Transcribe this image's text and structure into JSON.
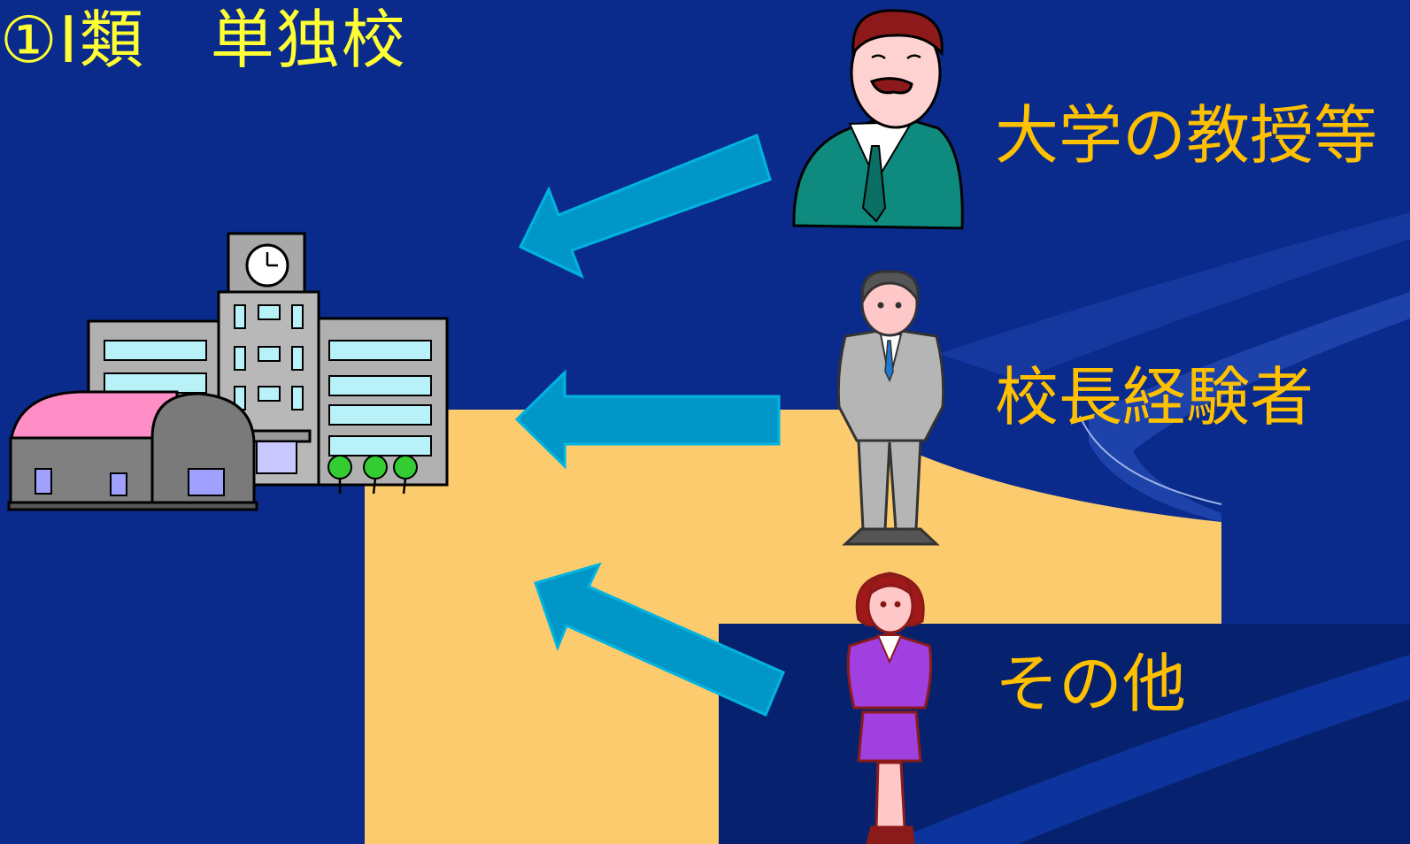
{
  "title": "①Ⅰ類　単独校",
  "sources": [
    {
      "label": "大学の教授等",
      "icon": "male-professor-icon"
    },
    {
      "label": "校長経験者",
      "icon": "male-principal-icon"
    },
    {
      "label": "その他",
      "icon": "female-person-icon"
    }
  ],
  "target_icon": "school-building-icon",
  "colors": {
    "background": "#0a2a8c",
    "title_text": "#ffff33",
    "label_text": "#ffc000",
    "arrow_fill": "#0096c8",
    "beige_panel": "#fccb6e"
  }
}
